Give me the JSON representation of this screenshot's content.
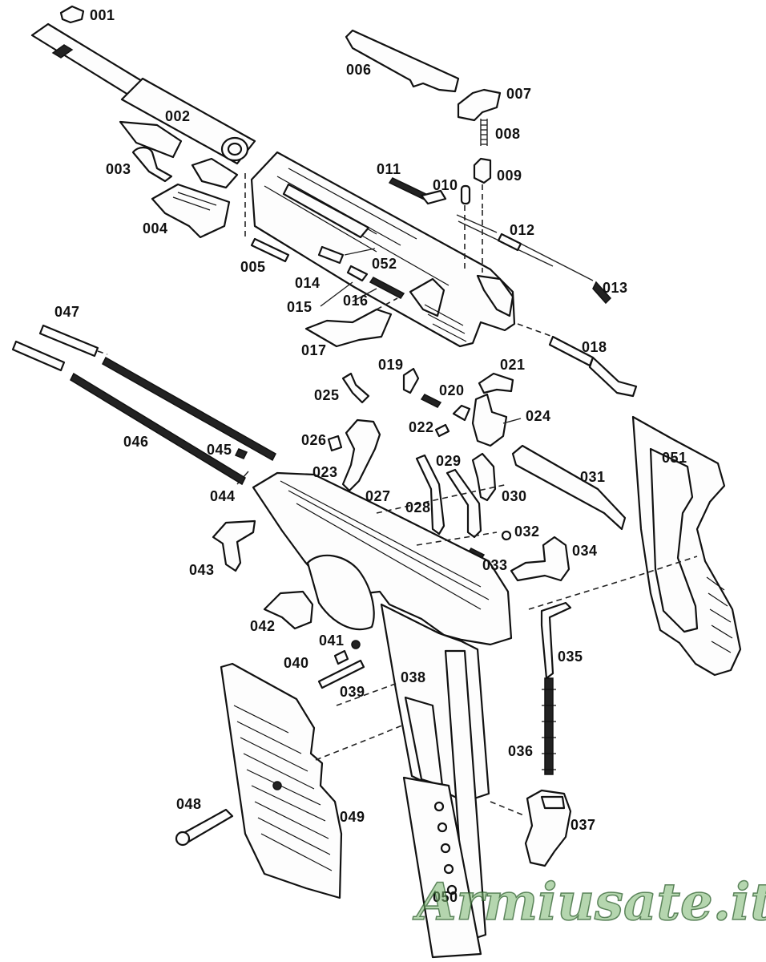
{
  "diagram": {
    "labels": {
      "001": "001",
      "002": "002",
      "003": "003",
      "004": "004",
      "005": "005",
      "006": "006",
      "007": "007",
      "008": "008",
      "009": "009",
      "010": "010",
      "011": "011",
      "012": "012",
      "013": "013",
      "014": "014",
      "015": "015",
      "016": "016",
      "017": "017",
      "018": "018",
      "019": "019",
      "020": "020",
      "021": "021",
      "022": "022",
      "023": "023",
      "024": "024",
      "025": "025",
      "026": "026",
      "027": "027",
      "028": "028",
      "029": "029",
      "030": "030",
      "031": "031",
      "032": "032",
      "033": "033",
      "034": "034",
      "035": "035",
      "036": "036",
      "037": "037",
      "038": "038",
      "039": "039",
      "040": "040",
      "041": "041",
      "042": "042",
      "043": "043",
      "044": "044",
      "045": "045",
      "046": "046",
      "047": "047",
      "048": "048",
      "049": "049",
      "050": "050",
      "051": "051",
      "052": "052"
    },
    "watermark": "Armiusate.it"
  }
}
